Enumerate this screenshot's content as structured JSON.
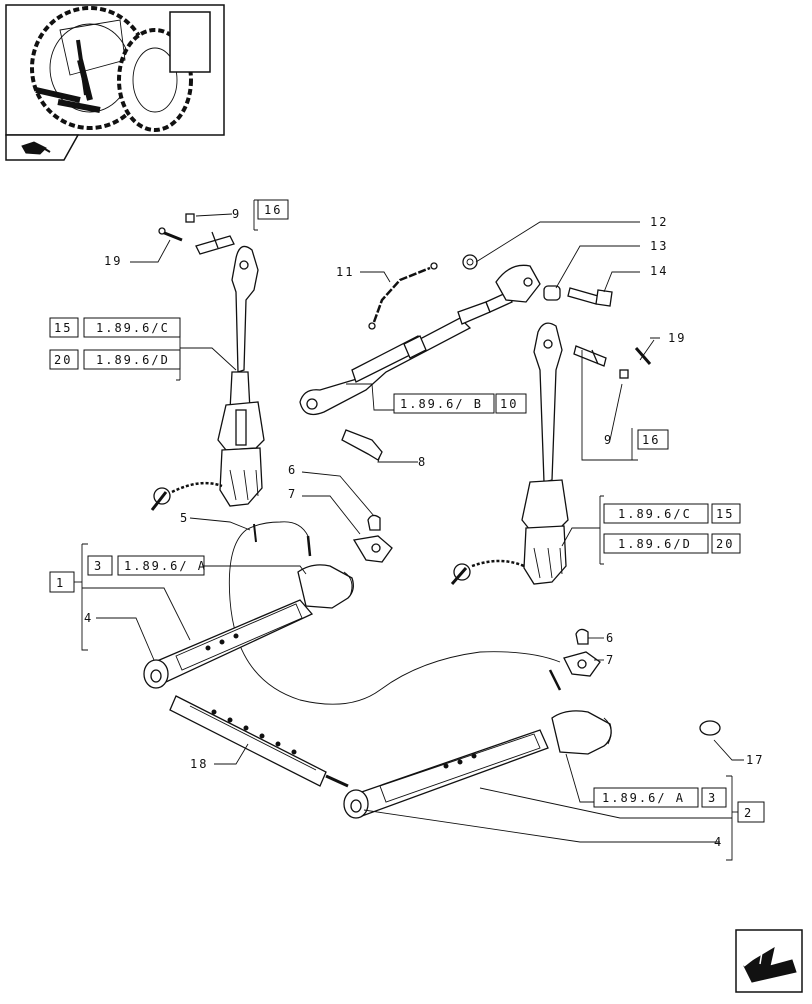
{
  "callouts": [
    {
      "id": "c9a",
      "text": "9"
    },
    {
      "id": "c16a",
      "text": "16"
    },
    {
      "id": "c19a",
      "text": "19"
    },
    {
      "id": "c12",
      "text": "12"
    },
    {
      "id": "c13",
      "text": "13"
    },
    {
      "id": "c14",
      "text": "14"
    },
    {
      "id": "c11",
      "text": "11"
    },
    {
      "id": "c15a",
      "text": "15"
    },
    {
      "id": "r189Ca",
      "text": "1.89.6/C"
    },
    {
      "id": "c20a",
      "text": "20"
    },
    {
      "id": "r189Da",
      "text": "1.89.6/D"
    },
    {
      "id": "r189B",
      "text": "1.89.6/ B"
    },
    {
      "id": "c10",
      "text": "10"
    },
    {
      "id": "c19b",
      "text": "19"
    },
    {
      "id": "c9b",
      "text": "9"
    },
    {
      "id": "c16b",
      "text": "16"
    },
    {
      "id": "c8",
      "text": "8"
    },
    {
      "id": "c6a",
      "text": "6"
    },
    {
      "id": "c7a",
      "text": "7"
    },
    {
      "id": "c5",
      "text": "5"
    },
    {
      "id": "r189Cb",
      "text": "1.89.6/C"
    },
    {
      "id": "c15b",
      "text": "15"
    },
    {
      "id": "r189Db",
      "text": "1.89.6/D"
    },
    {
      "id": "c20b",
      "text": "20"
    },
    {
      "id": "c3a",
      "text": "3"
    },
    {
      "id": "r189Aa",
      "text": "1.89.6/ A"
    },
    {
      "id": "c1",
      "text": "1"
    },
    {
      "id": "c4a",
      "text": "4"
    },
    {
      "id": "c6b",
      "text": "6"
    },
    {
      "id": "c7b",
      "text": "7"
    },
    {
      "id": "c17",
      "text": "17"
    },
    {
      "id": "c18",
      "text": "18"
    },
    {
      "id": "r189Ab",
      "text": "1.89.6/ A"
    },
    {
      "id": "c3b",
      "text": "3"
    },
    {
      "id": "c2",
      "text": "2"
    },
    {
      "id": "c4b",
      "text": "4"
    }
  ],
  "icons": {
    "thumbnail": "tractor-rear-linkage-thumbnail-icon",
    "book": "catalogue-book-icon",
    "next": "next-page-arrow-icon"
  },
  "colors": {
    "line": "#111111",
    "background": "#ffffff"
  }
}
